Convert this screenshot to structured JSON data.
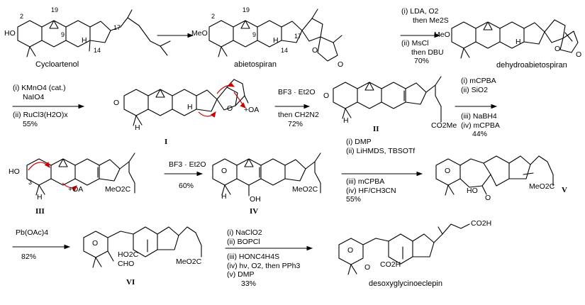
{
  "compounds": {
    "cycloartenol": "Cycloartenol",
    "abietospiran": "abietospiran",
    "dehydroabietospiran": "dehydroabietospiran",
    "I": "I",
    "II": "II",
    "III": "III",
    "IV": "IV",
    "V": "V",
    "VI": "VI",
    "desoxyglycinoeclepin": "desoxyglycinoeclepin"
  },
  "atoms": {
    "HO": "HO",
    "MeO": "MeO",
    "O": "O",
    "H": "H",
    "OA_plus": "+OA",
    "CO2Me": "CO2Me",
    "MeO2C": "MeO2C",
    "OH": "OH",
    "HO2C": "HO2C",
    "CHO": "CHO",
    "CO2H": "CO2H"
  },
  "numbers": {
    "n2": "2",
    "n19": "19",
    "n9": "9",
    "n17": "17",
    "n14": "14",
    "n3": "3"
  },
  "conditions": {
    "step_abieto_to_dehydro": [
      "(i) LDA, O2",
      "then Me2S",
      "(ii) MsCl",
      "then DBU",
      "70%"
    ],
    "step_to_I": [
      "(i) KMnO4 (cat.)",
      "NaIO4",
      "(ii)  RuCl3(H2O)x",
      "55%"
    ],
    "step_I_to_II": [
      "BF3 · Et2O",
      "then CH2N2",
      "72%"
    ],
    "step_II_to_III": [
      "(i) mCPBA",
      "(ii) SiO2",
      "(iii) NaBH4",
      "(iv) mCPBA",
      "44%"
    ],
    "step_III_to_IV": [
      "BF3 · Et2O",
      "60%"
    ],
    "step_IV_to_V": [
      "(i) DMP",
      "(ii) LiHMDS, TBSOTf",
      "(iii) mCPBA",
      "(iv) HF/CH3CN",
      "55%"
    ],
    "step_V_to_VI": [
      "Pb(OAc)4",
      "82%"
    ],
    "step_VI_to_final": [
      "(i) NaClO2",
      "(ii) BOPCl",
      "(iii) HONC4H4S",
      "(iv) hν, O2, then PPh3",
      "(v) DMP",
      "33%"
    ]
  }
}
